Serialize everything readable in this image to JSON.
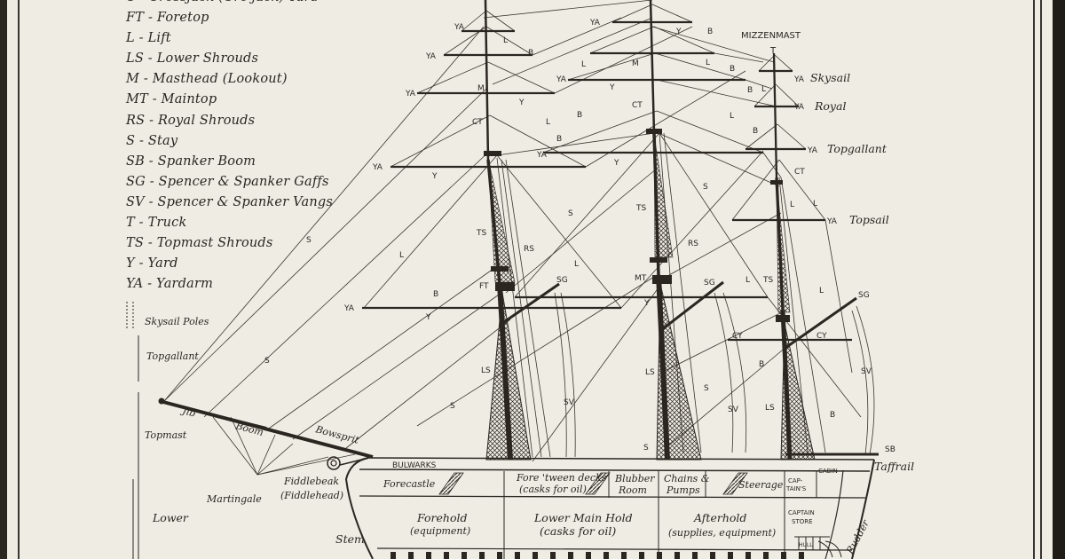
{
  "key": [
    {
      "code": "C",
      "term": "Crossjack (Cro'jack) Yard"
    },
    {
      "code": "FT",
      "term": "Foretop"
    },
    {
      "code": "L",
      "term": "Lift"
    },
    {
      "code": "LS",
      "term": "Lower Shrouds"
    },
    {
      "code": "M",
      "term": "Masthead (Lookout)"
    },
    {
      "code": "MT",
      "term": "Maintop"
    },
    {
      "code": "RS",
      "term": "Royal Shrouds"
    },
    {
      "code": "S",
      "term": "Stay"
    },
    {
      "code": "SB",
      "term": "Spanker Boom"
    },
    {
      "code": "SG",
      "term": "Spencer & Spanker Gaffs"
    },
    {
      "code": "SV",
      "term": "Spencer & Spanker Vangs"
    },
    {
      "code": "T",
      "term": "Truck"
    },
    {
      "code": "TS",
      "term": "Topmast Shrouds"
    },
    {
      "code": "Y",
      "term": "Yard"
    },
    {
      "code": "YA",
      "term": "Yardarm"
    }
  ],
  "mast_sections": {
    "skysail_poles": "Skysail Poles",
    "topgallant": "Topgallant",
    "topmast": "Topmast",
    "lower": "Lower"
  },
  "mizzen": {
    "title": "MIZZENMAST",
    "truck": "T",
    "skysail": "Skysail",
    "royal": "Royal",
    "topgallant": "Topgallant",
    "topsail": "Topsail",
    "yardarm": "YA",
    "ct": "CT"
  },
  "bow": {
    "jib": "Jib",
    "boom": "Boom",
    "bowsprit": "Bowsprit",
    "martingale": "Martingale",
    "fiddlebeak": "Fiddlebeak",
    "fiddlehead": "(Fiddlehead)",
    "stem": "Stem"
  },
  "hull": {
    "bulwarks": "BULWARKS",
    "forecastle": "Forecastle",
    "fore_tween_decks": "Fore 'tween decks",
    "fore_tween_sub": "(casks for oil)",
    "blubber": "Blubber",
    "room": "Room",
    "chains": "Chains &",
    "pumps": "Pumps",
    "steerage": "Steerage",
    "captains": "CAP-",
    "captains2": "TAIN'S",
    "cabin": "CABIN",
    "forehold": "Forehold",
    "forehold_sub": "(equipment)",
    "lower_main_hold": "Lower Main Hold",
    "lower_main_hold_sub": "(casks for oil)",
    "afterhold": "Afterhold",
    "afterhold_sub": "(supplies, equipment)",
    "captain_store": "CAPTAIN",
    "captain_store2": "STORE",
    "hull_code": "HULL",
    "taffrail": "Taffrail",
    "sb": "SB",
    "rudder": "Rudder"
  },
  "codes": {
    "YA": "YA",
    "Y": "Y",
    "L": "L",
    "B": "B",
    "S": "S",
    "M": "M",
    "CT": "CT",
    "TS": "TS",
    "RS": "RS",
    "FT": "FT",
    "MT": "MT",
    "SG": "SG",
    "LS": "LS",
    "SV": "SV",
    "CY": "CY"
  },
  "colors": {
    "paper": "#efece4",
    "ink": "#2b2620"
  }
}
